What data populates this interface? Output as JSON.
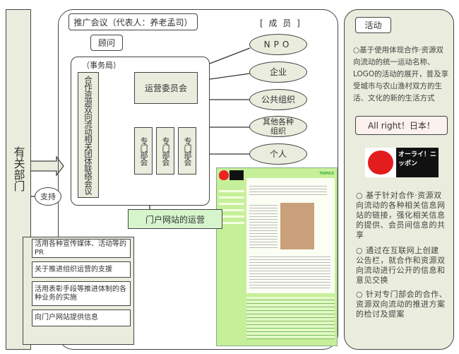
{
  "related_dept": "有关部门",
  "support": "支持",
  "promotion_council": "推广会议（代表人：养老孟司）",
  "advisor": "顾问",
  "secretariat": "（事务局）",
  "liaison_council": "合作资源双向流动相关团体联络会议",
  "steering_committee": "运营委员会",
  "subcommittees": [
    "专门部会",
    "专门部会",
    "专门部会"
  ],
  "members_label": "[ 成 员 ]",
  "members": [
    "NPO",
    "企业",
    "公共组织",
    "其他各种组织",
    "个人"
  ],
  "portal_operation": "门户网站的运营",
  "portal_preview": {
    "topics": "TOPICS"
  },
  "support_items": [
    "活用各种宣传媒体、活动等的PR",
    "关于推进组织运营的支援",
    "活用表彰手段等推进体制的各种业务的实施",
    "向门户网站提供信息"
  ],
  "activities": {
    "title": "活动",
    "intro": "○基于使用体现合作·资源双向流动的统一运动名称、LOGO的活动的展开，普及享受城市与农山渔村双方的生活、文化的新的生活方式",
    "slogan": "All right！日本！",
    "logo_text": "オーライ！ニッポン",
    "bullets": [
      "○ 基于针对合作·资源双向流动的各种相关信息网站的链接，强化相关信息的提供、会员间信息的共享",
      "○ 通过在互联网上创建公告栏，就合作和资源双向流动进行公开的信息和意见交换",
      "○ 针对专门部会的合作、资源双向流动的推进方案的检讨及提案"
    ]
  },
  "colors": {
    "panel": "#eaeddd",
    "portal": "#d6f5cc",
    "site": "#c6ef9a"
  }
}
